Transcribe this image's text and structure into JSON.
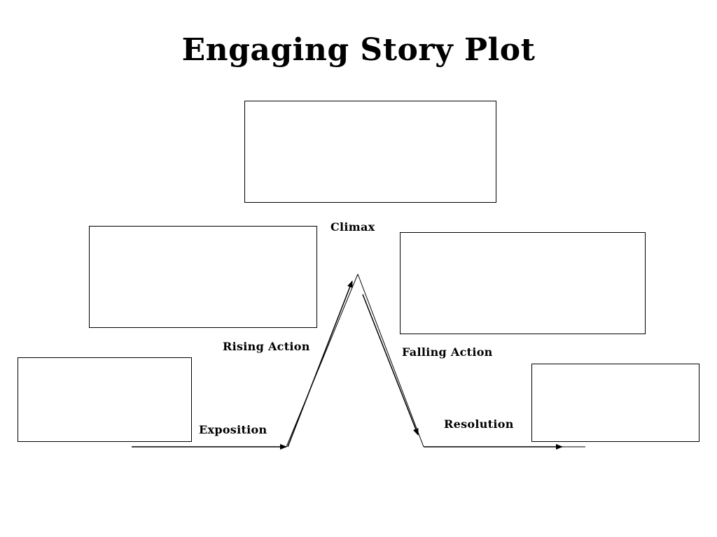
{
  "title": "Engaging Story Plot",
  "labels": {
    "climax": "Climax",
    "rising_action": "Rising Action",
    "falling_action": "Falling Action",
    "exposition": "Exposition",
    "resolution": "Resolution"
  },
  "colors": {
    "line": "#000000",
    "background": "#ffffff"
  }
}
